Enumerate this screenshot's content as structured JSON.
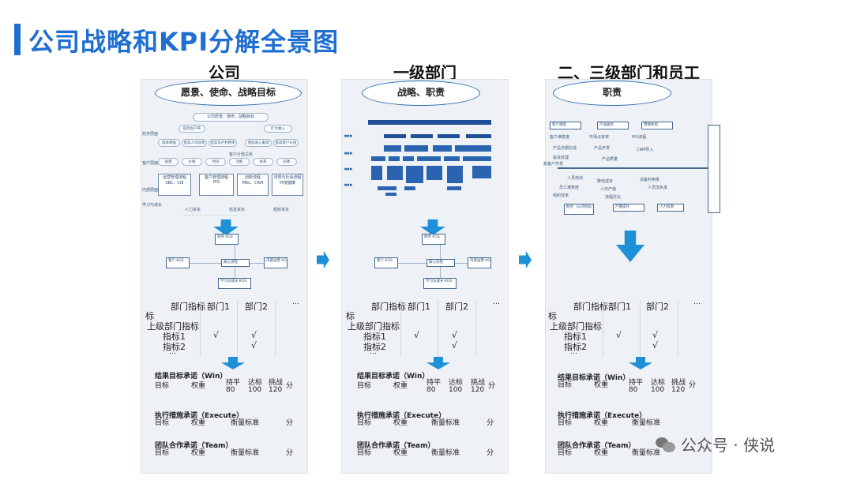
{
  "title": "公司战略和KPI分解全景图",
  "columns": [
    {
      "title": "公司",
      "oval": "愿景、使命、战略目标",
      "map": {
        "top_bubble": "公司愿景、使命、战略目标",
        "row_labels": [
          "财务层面",
          "客户层面",
          "内部层面",
          "学习与成长"
        ],
        "fin_boxes": [
          "提高生产率",
          "扩大收入",
          "成本降低",
          "提高人均效率",
          "提高资产利用率",
          "增加收入来源",
          "提高客户价值"
        ],
        "cust_pills": [
          "质量",
          "价格",
          "时间",
          "功能",
          "关系",
          "形象"
        ],
        "cust_header": "客户价值主张",
        "int_boxes": [
          "运营管理流程",
          "客户管理流程",
          "创新流程",
          "法规与社会流程"
        ],
        "int_sub": [
          "SBC、CIE",
          "IPD",
          "MKL、CRM",
          "环境健康"
        ],
        "learn_heads": [
          "人力资本",
          "信息资本",
          "组织资本"
        ]
      },
      "flow": {
        "top": "财务\nKGS",
        "left": "客户\nKGS",
        "center": "核心流程",
        "right": "内部运营\nKGS",
        "bottom": "学习与成长\nKGS"
      }
    },
    {
      "title": "一级部门",
      "oval": "战略、职责",
      "flow": {
        "top": "财务\nKGS",
        "left": "客户\nKGS",
        "center": "核心流程",
        "right": "内部运营\nKGS",
        "bottom": "学习与成长\nKGS"
      }
    },
    {
      "title": "二、三级部门和员工",
      "oval": "职责",
      "fish": {
        "top_caps": [
          "客户感受",
          "产品服务",
          "营销体验"
        ],
        "bottom_caps": [
          "财务（公司指标）",
          "产量提升",
          "人力资源"
        ],
        "top_items": [
          "客户满意度",
          "产品交期达成",
          "投诉处理",
          "新客户开发",
          "市场占有率",
          "产品开发",
          "IPO流程",
          "CRM导入",
          "产品质量"
        ],
        "bottom_items": [
          "人员培训",
          "员工满意度",
          "组织效率",
          "降低成本",
          "人均产值",
          "流程优化",
          "设备利用率",
          "人员流失率"
        ]
      }
    }
  ],
  "dept_table": {
    "header": [
      "部门指标",
      "部门1",
      "部门2",
      "…"
    ],
    "rows": [
      {
        "label": "上级部门指标",
        "cells": [
          "",
          "",
          ""
        ]
      },
      {
        "label": "指标1",
        "cells": [
          "√",
          "√",
          ""
        ]
      },
      {
        "label": "指标2",
        "cells": [
          "",
          "√",
          ""
        ]
      },
      {
        "label": "…",
        "cells": [
          "",
          "",
          ""
        ]
      }
    ]
  },
  "commit": {
    "win_title": "结果目标承诺（Win）",
    "win_fields": [
      "目标",
      "权重",
      "持平\n80",
      "达标\n100",
      "挑战\n120",
      "分"
    ],
    "execute_title": "执行措施承诺（Execute）",
    "execute_fields": [
      "目标",
      "权重",
      "衡量标准",
      "分"
    ],
    "team_title": "团队合作承诺（Team）",
    "team_fields": [
      "目标",
      "权重",
      "衡量标准",
      "分"
    ]
  },
  "watermark": "公众号 · 侠说",
  "colors": {
    "accent": "#1f6fd1",
    "arrow": "#1e90d6",
    "panel": "#eef1f5"
  }
}
